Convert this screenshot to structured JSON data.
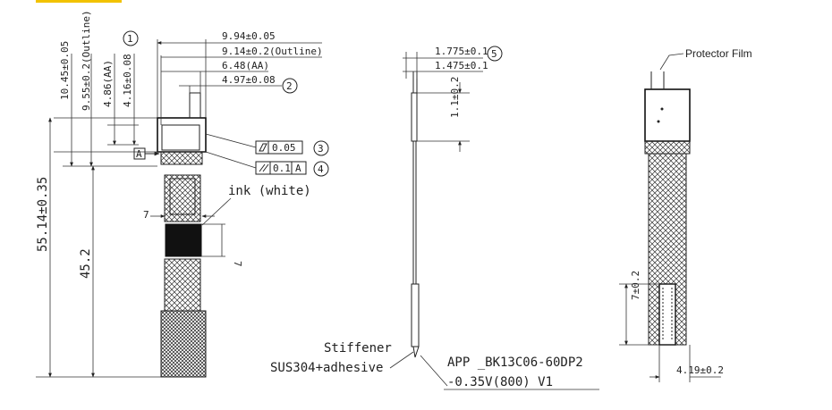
{
  "front_view": {
    "dims": {
      "d_10_45": "10.45±0.05",
      "d_9_55": "9.55±0.2(Outline)",
      "d_4_86": "4.86(AA)",
      "d_4_16": "4.16±0.08",
      "d_9_94": "9.94±0.05",
      "d_9_14": "9.14±0.2(Outline)",
      "d_6_48": "6.48(AA)",
      "d_4_97": "4.97±0.08",
      "d_55_14": "55.14±0.35",
      "d_45_2": "45.2",
      "d_7_h": "7",
      "d_7_v": "7"
    },
    "callouts": {
      "c1": "1",
      "c2": "2",
      "c3": "3",
      "c4": "4"
    },
    "datum": "A",
    "tolerance_flatness_value": "0.05",
    "tolerance_parallel_value": "0.1",
    "tolerance_parallel_datum": "A",
    "ink_label": "ink (white)"
  },
  "side_view": {
    "dims": {
      "d_1_775": "1.775±0.1",
      "d_1_475": "1.475±0.1",
      "d_1_1": "1.1±0.2"
    },
    "callout": "5",
    "stiffener_label_1": "Stiffener",
    "stiffener_label_2": "SUS304+adhesive",
    "connector_label_1": "APP _BK13C06-60DP2",
    "connector_label_2": "-0.35V(800) V1"
  },
  "back_view": {
    "protector_label": "Protector Film",
    "dims": {
      "d_7": "7±0.2",
      "d_4_19": "4.19±0.2"
    }
  }
}
